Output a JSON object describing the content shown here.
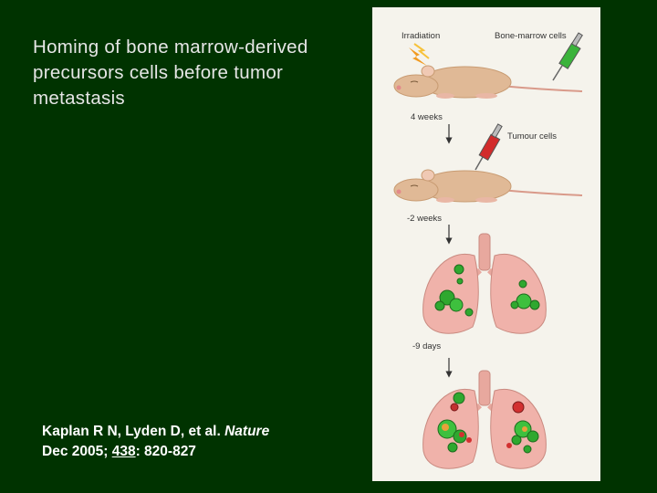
{
  "slide": {
    "title": "Homing of bone marrow-derived precursors cells before tumor metastasis",
    "citation": {
      "authors": "Kaplan R N, Lyden D, et al. ",
      "journal": "Nature",
      "date_prefix": "Dec 2005; ",
      "volume": "438",
      "pages": ": 820-827"
    }
  },
  "figure": {
    "labels": {
      "irradiation": "Irradiation",
      "bone_marrow": "Bone-marrow cells",
      "interval_1": "4 weeks",
      "tumour_cells": "Tumour cells",
      "interval_2": "-2 weeks",
      "interval_3": "-9 days"
    }
  },
  "colors": {
    "background": "#003300",
    "mouse": "#e0b996",
    "lung": "#f0b2aa",
    "bmdc_cluster": "#2fa82f",
    "tumour_cell": "#d23030",
    "syringe_green": "#3bb33b",
    "syringe_red": "#d22b2b"
  }
}
